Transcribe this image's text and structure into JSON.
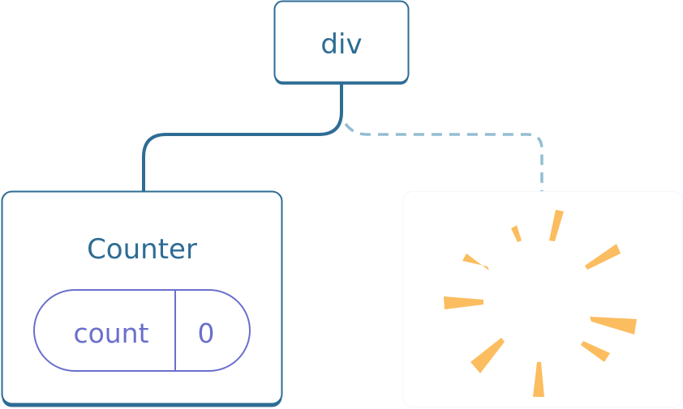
{
  "tree": {
    "root": {
      "label": "div"
    },
    "child": {
      "label": "Counter",
      "state": {
        "name": "count",
        "value": "0"
      }
    },
    "removed": {
      "label": ""
    }
  },
  "colors": {
    "node_stroke": "#2e6c94",
    "node_fill": "#ffffff",
    "text": "#2e6c94",
    "state": "#6b6fcc",
    "removed_link": "#93bdd3",
    "burst": "#fbbd5f"
  }
}
